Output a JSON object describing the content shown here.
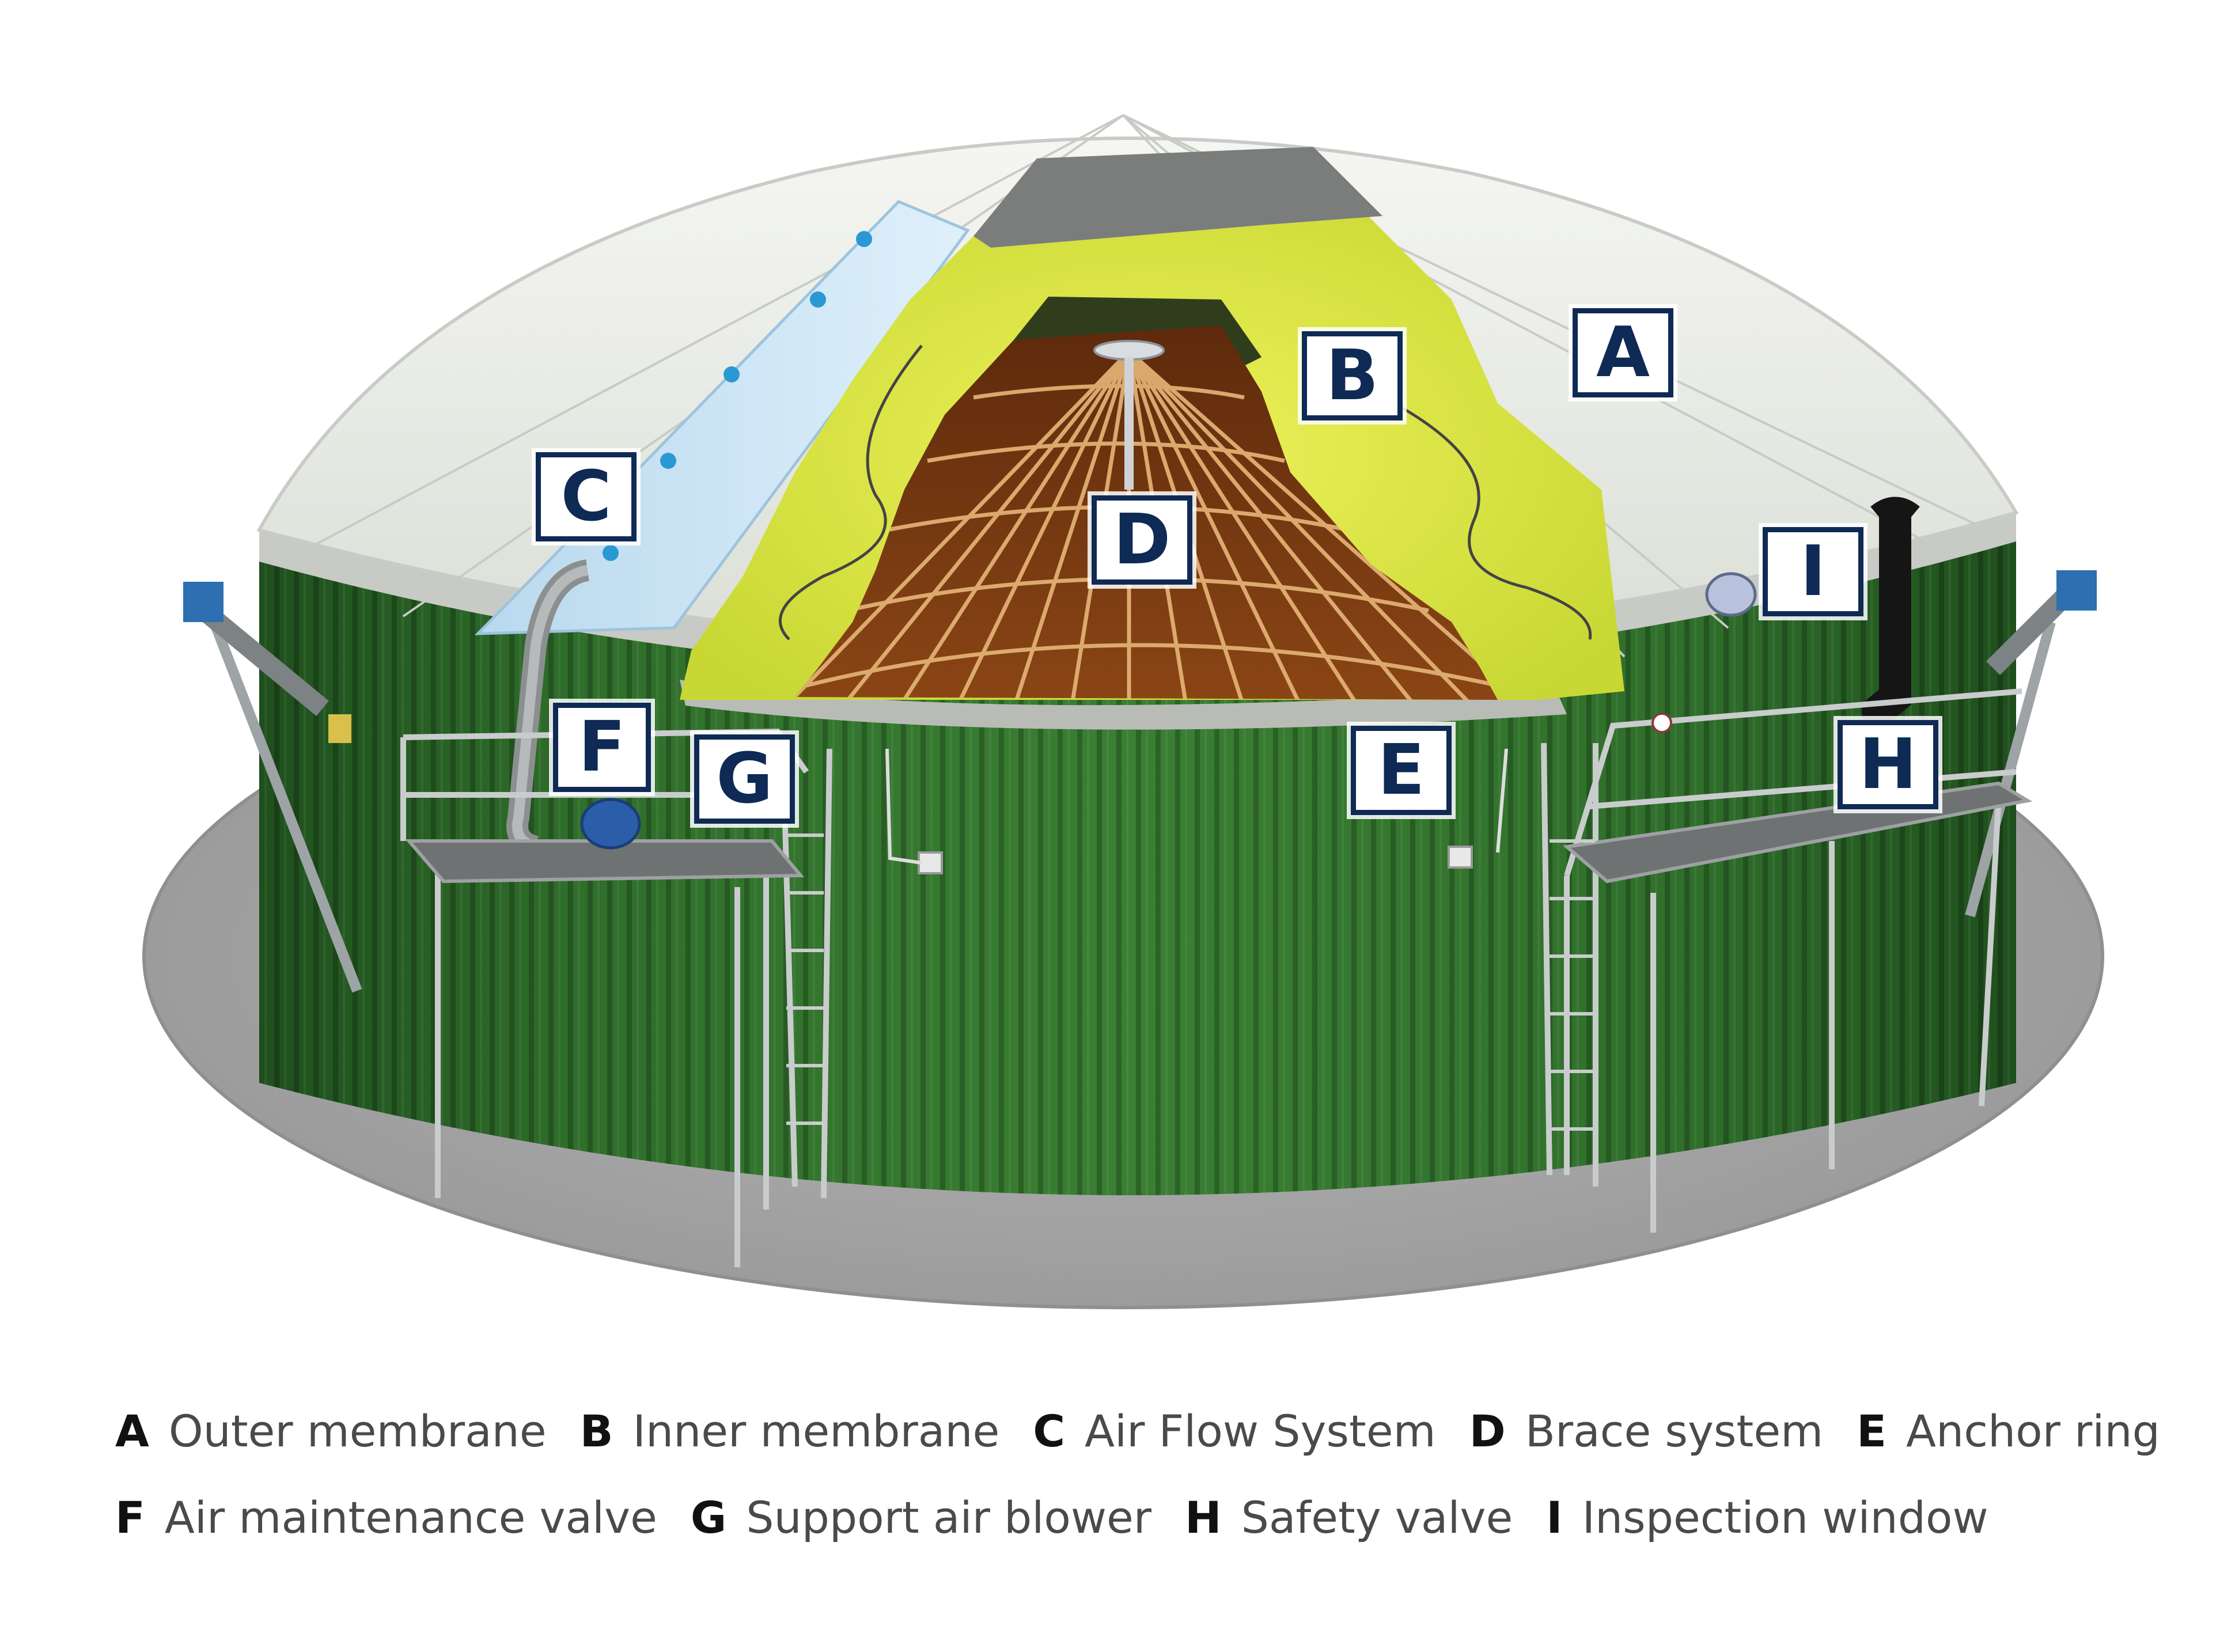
{
  "colors": {
    "outer_membrane": "#e9ebe6",
    "inner_membrane": "#dde84a",
    "brace_system": "#7a3a12",
    "tank_wall": "#2f6e2b",
    "base": "#a9a9aa",
    "callout_border": "#0e2a55"
  },
  "callouts": [
    {
      "id": "A",
      "letter": "A"
    },
    {
      "id": "B",
      "letter": "B"
    },
    {
      "id": "C",
      "letter": "C"
    },
    {
      "id": "D",
      "letter": "D"
    },
    {
      "id": "E",
      "letter": "E"
    },
    {
      "id": "F",
      "letter": "F"
    },
    {
      "id": "G",
      "letter": "G"
    },
    {
      "id": "H",
      "letter": "H"
    },
    {
      "id": "I",
      "letter": "I"
    }
  ],
  "legend": [
    [
      {
        "letter": "A",
        "text": "Outer membrane"
      },
      {
        "letter": "B",
        "text": "Inner membrane"
      },
      {
        "letter": "C",
        "text": "Air Flow System"
      },
      {
        "letter": "D",
        "text": "Brace system"
      },
      {
        "letter": "E",
        "text": "Anchor ring"
      }
    ],
    [
      {
        "letter": "F",
        "text": "Air maintenance valve"
      },
      {
        "letter": "G",
        "text": "Support air blower"
      },
      {
        "letter": "H",
        "text": "Safety valve"
      },
      {
        "letter": "I",
        "text": "Inspection window"
      }
    ]
  ]
}
